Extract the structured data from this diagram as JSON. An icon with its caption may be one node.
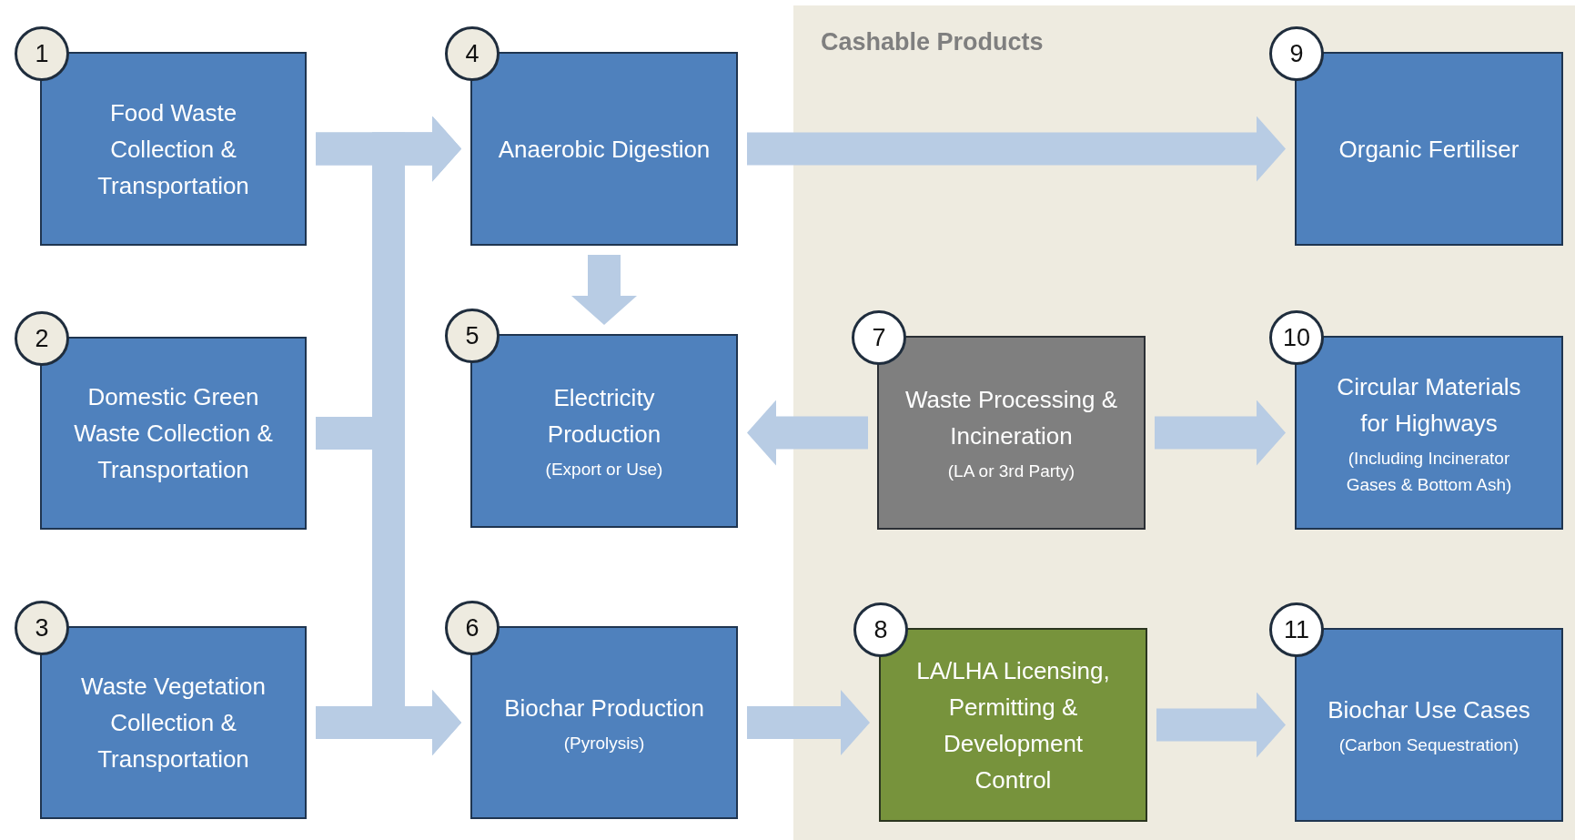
{
  "diagram": {
    "nodes": [
      {
        "text": [
          "1",
          "Food Waste Collection & Transportation"
        ]
      },
      {
        "text": [
          "2",
          "Domestic Green Waste Collection & Transportation"
        ]
      },
      {
        "text": [
          "3",
          "Waste Vegetation Collection & Transportation"
        ]
      },
      {
        "text": [
          "4",
          "Anaerobic Digestion"
        ]
      },
      {
        "text": [
          "5",
          "Electricity Production",
          "(Export or Use)"
        ]
      },
      {
        "text": [
          "6",
          "Biochar Production",
          "(Pyrolysis)"
        ]
      },
      {
        "text": [
          "Cashable Products"
        ]
      },
      {
        "text": [
          "7",
          "Waste Processing & Incineration",
          "(LA or 3rd Party)"
        ],
        "in": 6
      },
      {
        "text": [
          "8",
          "LA/LHA Licensing, Permitting & Development Control"
        ],
        "in": 6
      },
      {
        "text": [
          "9",
          "Organic Fertiliser"
        ],
        "in": 6
      },
      {
        "text": [
          "10",
          "Circular Materials for Highways",
          "(Including Incinerator Gases & Bottom Ash)"
        ],
        "in": 6
      },
      {
        "text": [
          "11",
          "Biochar Use Cases",
          "(Carbon Sequestration)"
        ],
        "in": 6
      }
    ],
    "edges": [
      {
        "from": 0,
        "to": 3,
        "arrow": "to"
      },
      {
        "from": 0,
        "to": 5,
        "arrow": "to"
      },
      {
        "from": 1,
        "to": 3,
        "arrow": "to"
      },
      {
        "from": 1,
        "to": 5,
        "arrow": "to"
      },
      {
        "from": 2,
        "to": 3,
        "arrow": "to"
      },
      {
        "from": 2,
        "to": 5,
        "arrow": "to"
      },
      {
        "from": 3,
        "to": 4,
        "arrow": "to"
      },
      {
        "from": 3,
        "to": 9,
        "arrow": "to"
      },
      {
        "from": 7,
        "to": 4,
        "arrow": "to"
      },
      {
        "from": 7,
        "to": 10,
        "arrow": "to"
      },
      {
        "from": 5,
        "to": 8,
        "arrow": "to"
      },
      {
        "from": 8,
        "to": 11,
        "arrow": "to"
      }
    ]
  }
}
